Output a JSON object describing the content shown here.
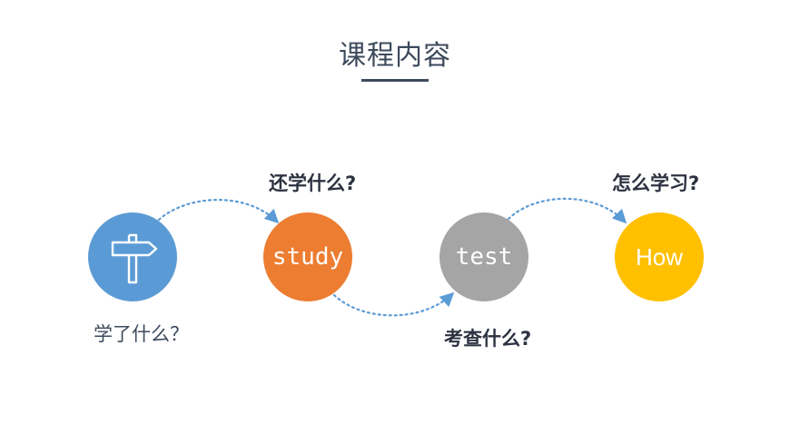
{
  "title": "课程内容",
  "colors": {
    "title": "#3d4a5c",
    "step1": "#5b9bd5",
    "step2": "#ed7d31",
    "step3": "#a5a5a5",
    "step4": "#ffc000",
    "connector": "#5b9bd5",
    "question_bold": "#2c3240"
  },
  "steps": [
    {
      "icon": "signpost-icon",
      "text": "",
      "caption": "学了什么？"
    },
    {
      "text": "study",
      "caption": "还学什么?"
    },
    {
      "text": "test",
      "caption": "考查什么?"
    },
    {
      "text": "How",
      "caption": "怎么学习?"
    }
  ]
}
